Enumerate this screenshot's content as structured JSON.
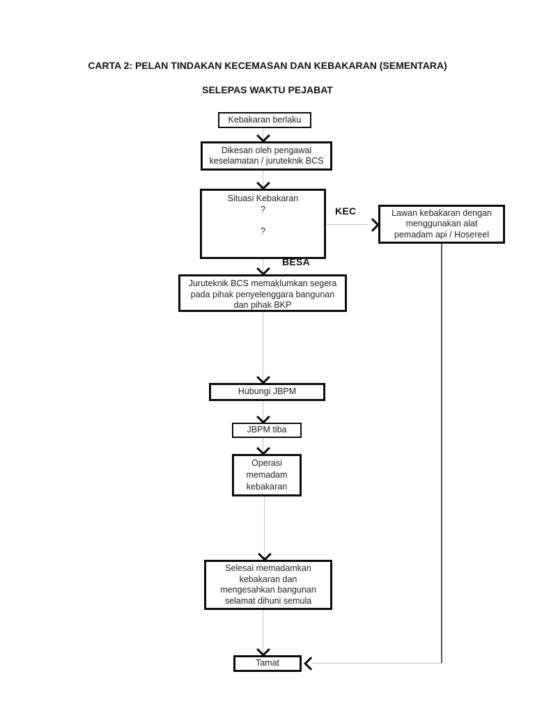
{
  "title": "CARTA 2: PELAN TINDAKAN KECEMASAN DAN KEBAKARAN (SEMENTARA)",
  "subtitle": "SELEPAS WAKTU PEJABAT",
  "nodes": {
    "start": {
      "label": "Kebakaran berlaku"
    },
    "detect": {
      "label": "Dikesan oleh pengawal\nkeselamatan / juruteknik BCS"
    },
    "situation": {
      "label": "Situasi Kebakaran\n?\n\n?"
    },
    "fight": {
      "label": "Lawan kebakaran dengan\nmenggunakan alat\npemadam api / Hosereel"
    },
    "inform": {
      "label": "Juruteknik BCS memaklumkan segera\npada pihak penyelenggara bangunan\ndan pihak BKP"
    },
    "contact": {
      "label": "Hubungi JBPM"
    },
    "arrive": {
      "label": "JBPM tiba"
    },
    "operation": {
      "label": "Operasi\nmemadam\nkebakaran"
    },
    "complete": {
      "label": "Selesai memadamkan\nkebakaran dan\nmengesahkan bangunan\nselamat dihuni semula"
    },
    "end": {
      "label": "Tamat"
    }
  },
  "edges": {
    "kec_label": "KEC",
    "besa_label": "BESA"
  },
  "colors": {
    "box_border": "#0b0b0b",
    "connector_light": "#c2c2c2",
    "connector_dark": "#555555",
    "arrowhead": "#0a0a0a",
    "background": "#ffffff",
    "text": "#1a1a1a"
  }
}
